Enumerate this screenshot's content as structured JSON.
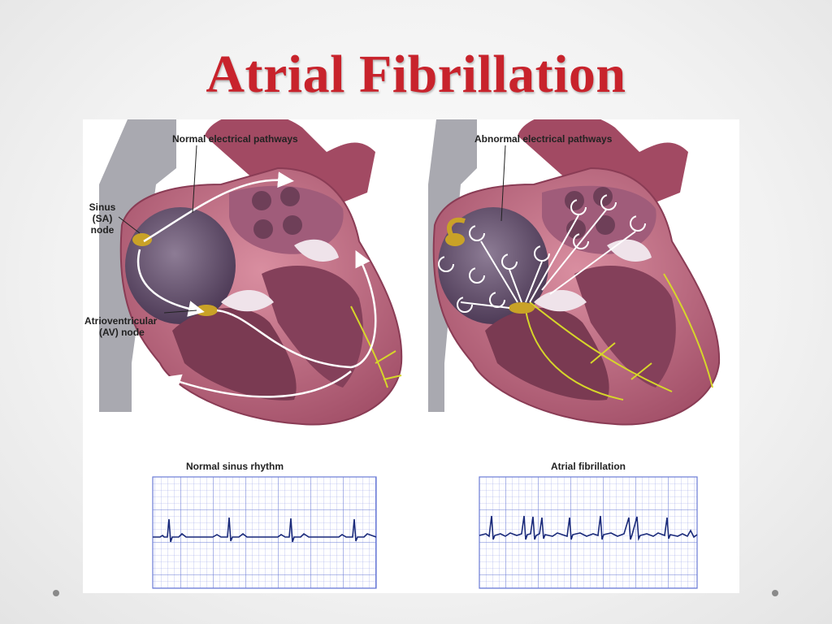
{
  "slide": {
    "title": "Atrial Fibrillation"
  },
  "left_panel": {
    "pathway_label": "Normal electrical pathways",
    "sa_node_label_1": "Sinus",
    "sa_node_label_2": "(SA)",
    "sa_node_label_3": "node",
    "av_node_label_1": "Atrioventricular",
    "av_node_label_2": "(AV) node",
    "ecg_label": "Normal sinus rhythm"
  },
  "right_panel": {
    "pathway_label": "Abnormal electrical pathways",
    "ecg_label": "Atrial fibrillation"
  },
  "colors": {
    "title": "#c8232c",
    "heart_wall": "#b9627a",
    "chamber": "#5e4a66",
    "node": "#c9a227",
    "pathway": "#ffffff",
    "conduction_fibers": "#d6d62a",
    "ecg_grid": "#6b7bd6",
    "ecg_trace": "#1a2a7a"
  },
  "icons": [
    "bullet-dot",
    "circular-arrow-icon",
    "pathway-arrow"
  ]
}
